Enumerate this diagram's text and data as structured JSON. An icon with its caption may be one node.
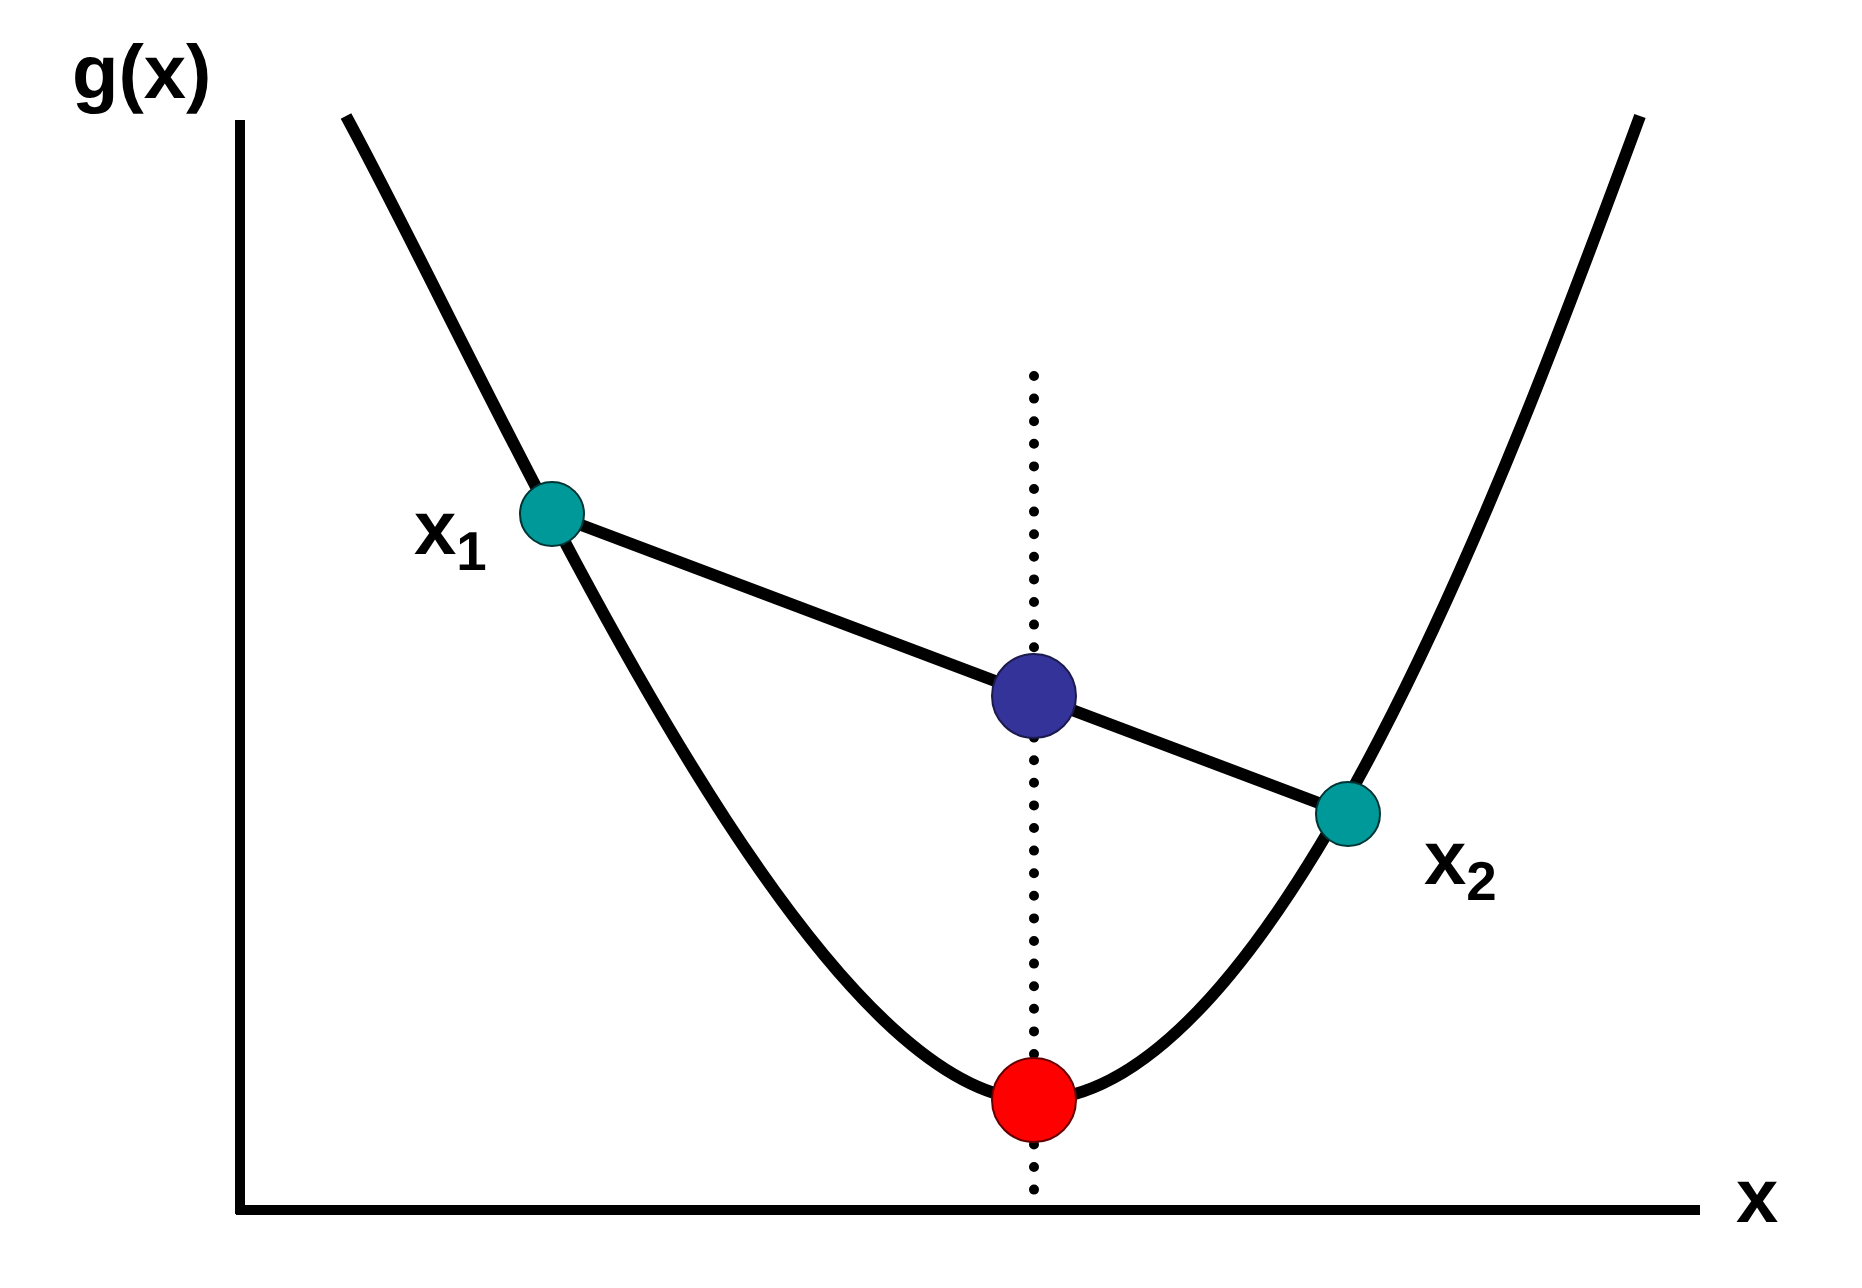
{
  "diagram": {
    "labels": [
      "g(x)",
      "x$_{1}$",
      "x$_{2}$",
      "x"
    ]
  }
}
